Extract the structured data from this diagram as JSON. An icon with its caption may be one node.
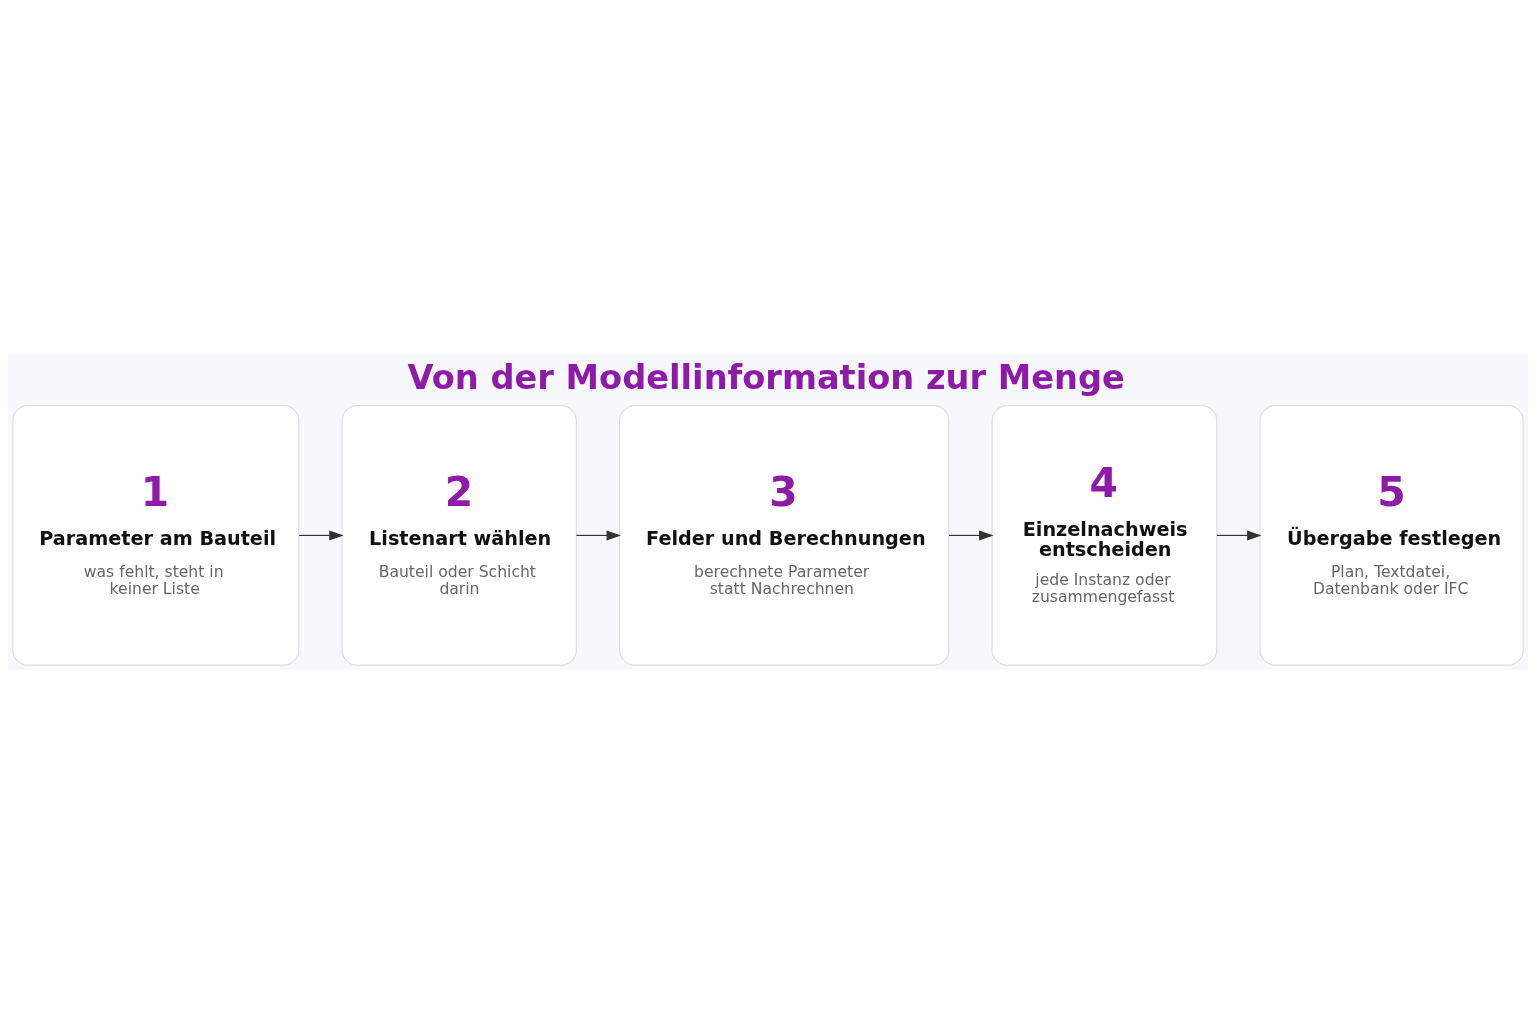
{
  "diagram": {
    "title": "Von der Modellinformation zur Menge",
    "nodes": [
      {
        "text": [
          "1",
          "Parameter am Bauteil",
          "was fehlt, steht in keiner Liste"
        ]
      },
      {
        "text": [
          "2",
          "Listenart wählen",
          "Bauteil oder Schicht darin"
        ]
      },
      {
        "text": [
          "3",
          "Felder und Berechnungen",
          "berechnete Parameter statt Nachrechnen"
        ]
      },
      {
        "text": [
          "4",
          "Einzelnachweis entscheiden",
          "jede Instanz oder zusammengefasst"
        ]
      },
      {
        "text": [
          "5",
          "Übergabe festlegen",
          "Plan, Textdatei, Datenbank oder IFC"
        ]
      }
    ],
    "edges": [
      {
        "from": 0,
        "to": 1,
        "arrow": "to"
      },
      {
        "from": 1,
        "to": 2,
        "arrow": "to"
      },
      {
        "from": 2,
        "to": 3,
        "arrow": "to"
      },
      {
        "from": 3,
        "to": 4,
        "arrow": "to"
      }
    ]
  }
}
